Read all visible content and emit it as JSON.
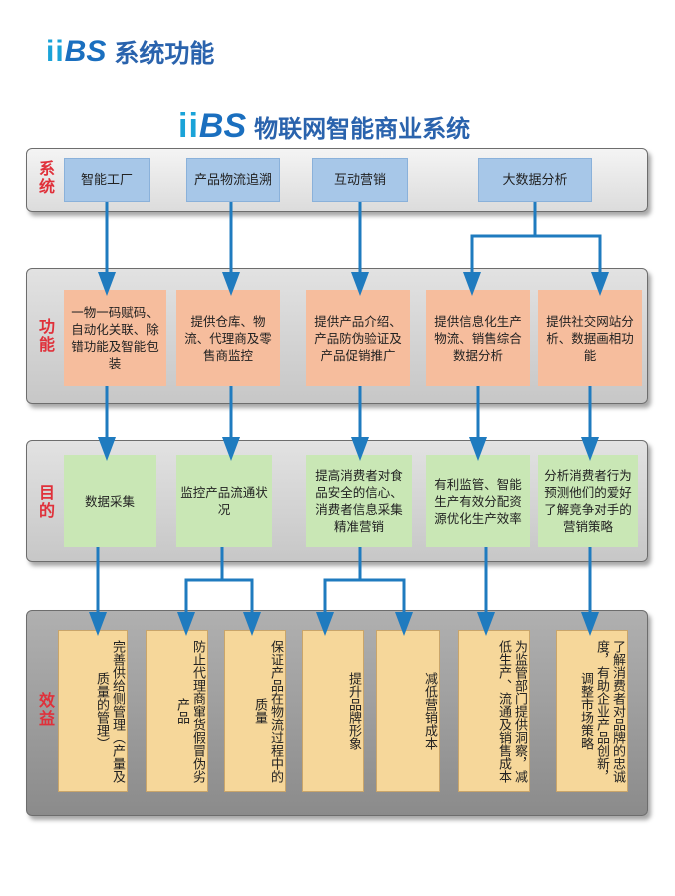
{
  "header": {
    "logo_ii": "ii",
    "logo_bs": "BS",
    "title": "系统功能"
  },
  "main_title": {
    "logo_ii": "ii",
    "logo_bs": "BS",
    "title": "物联网智能商业系统"
  },
  "rows": {
    "system": "系统",
    "function": "功能",
    "purpose": "目的",
    "effect": "效益"
  },
  "system_boxes": [
    "智能工厂",
    "产品物流追溯",
    "互动营销",
    "大数据分析"
  ],
  "function_boxes": [
    "一物一码赋码、自动化关联、除错功能及智能包装",
    "提供仓库、物流、代理商及零售商监控",
    "提供产品介绍、产品防伪验证及产品促销推广",
    "提供信息化生产物流、销售综合数据分析",
    "提供社交网站分析、数据画相功能"
  ],
  "purpose_boxes": [
    "数据采集",
    "监控产品流通状况",
    "提高消费者对食品安全的信心、消费者信息采集精准营销",
    "有利监管、智能生产有效分配资源优化生产效率",
    "分析消费者行为预测他们的爱好了解竞争对手的营销策略"
  ],
  "effect_boxes": [
    "完善供给侧管理（产量及质量的管理）",
    "防止代理商窜货假冒伪劣产品",
    "保证产品在物流过程中的质量",
    "提升品牌形象",
    "减低营销成本",
    "为监管部门提供洞察，减低生产、流通及销售成本",
    "了解消费者对品牌的忠诚度，有助企业产品创新，调整市场策略"
  ],
  "colors": {
    "arrow": "#1f7bbf",
    "label": "#e0303a",
    "system": "#a7c7e8",
    "function": "#f6bd9d",
    "purpose": "#c9e7b5",
    "effect": "#f6d79a"
  }
}
